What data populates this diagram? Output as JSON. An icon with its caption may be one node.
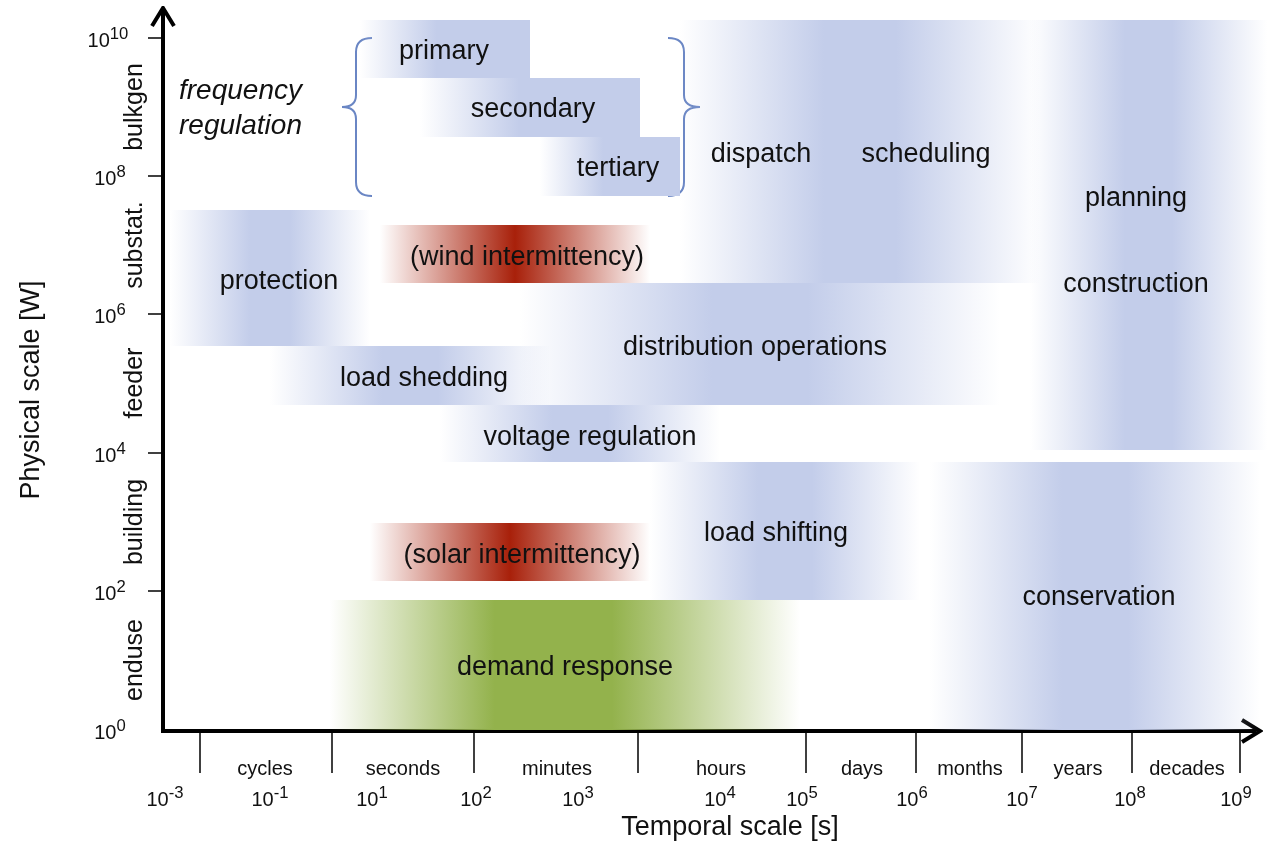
{
  "diagram": {
    "nodes": [
      {
        "text": [
          "primary"
        ]
      },
      {
        "text": [
          "secondary"
        ]
      },
      {
        "text": [
          "tertiary"
        ]
      },
      {
        "text": [
          "dispatch",
          "scheduling"
        ]
      },
      {
        "text": [
          "planning",
          "construction"
        ]
      },
      {
        "text": [
          "protection"
        ]
      },
      {
        "text": [
          "(wind intermittency)"
        ]
      },
      {
        "text": [
          "distribution operations"
        ]
      },
      {
        "text": [
          "load shedding"
        ]
      },
      {
        "text": [
          "voltage regulation"
        ]
      },
      {
        "text": [
          "load shifting"
        ]
      },
      {
        "text": [
          "(solar intermittency)"
        ]
      },
      {
        "text": [
          "conservation"
        ]
      },
      {
        "text": [
          "demand response"
        ]
      }
    ],
    "edges": [],
    "labels": [
      "frequency regulation",
      "10$^{10}$",
      "bulkgen",
      "10$^{8}$",
      "substat.",
      "10$^{6}$",
      "feeder",
      "10$^{4}$",
      "building",
      "10$^{2}$",
      "enduse",
      "10$^{0}$",
      "Physical scale [W]",
      "cycles",
      "seconds",
      "minutes",
      "hours",
      "days",
      "months",
      "years",
      "decades",
      "10$^{-3}$",
      "10$^{-1}$",
      "10$^{1}$",
      "10$^{2}$",
      "10$^{3}$",
      "10$^{4}$",
      "10$^{5}$",
      "10$^{6}$",
      "10$^{7}$",
      "10$^{8}$",
      "10$^{9}$",
      "Temporal scale [s]"
    ]
  }
}
